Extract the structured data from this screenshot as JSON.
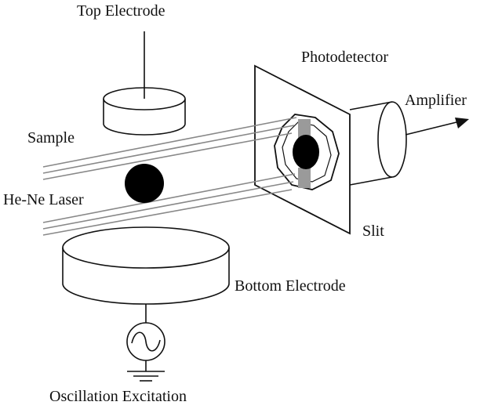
{
  "labels": {
    "top_electrode": "Top Electrode",
    "photodetector": "Photodetector",
    "amplifier": "Amplifier",
    "sample": "Sample",
    "laser": "He-Ne Laser",
    "slit": "Slit",
    "bottom_electrode": "Bottom  Electrode",
    "oscillation": "Oscillation Excitation"
  },
  "colors": {
    "ink": "#111111",
    "beam": "#888888",
    "slit_bar": "#9a9a9a",
    "particle": "#000000"
  }
}
